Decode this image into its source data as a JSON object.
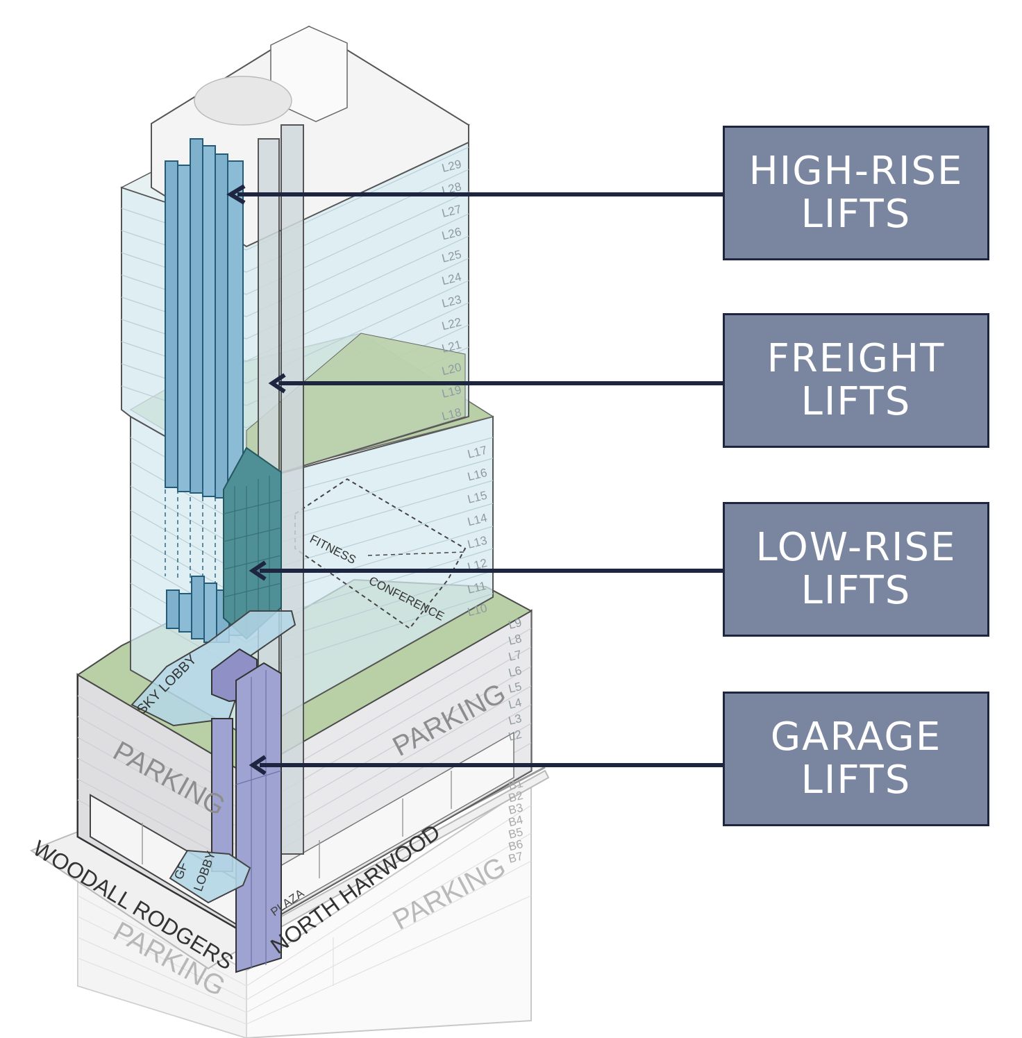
{
  "callouts": [
    {
      "line1": "HIGH-RISE",
      "line2": "LIFTS"
    },
    {
      "line1": "FREIGHT",
      "line2": "LIFTS"
    },
    {
      "line1": "LOW-RISE",
      "line2": "LIFTS"
    },
    {
      "line1": "GARAGE",
      "line2": "LIFTS"
    }
  ],
  "levels_upper": [
    "L29",
    "L28",
    "L27",
    "L26",
    "L25",
    "L24",
    "L23",
    "L22",
    "L21",
    "L20",
    "L19",
    "L18"
  ],
  "levels_mid": [
    "L17",
    "L16",
    "L15",
    "L14",
    "L13",
    "L12",
    "L11",
    "L10"
  ],
  "levels_podium": [
    "L9",
    "L8",
    "L7",
    "L6",
    "L5",
    "L4",
    "L3",
    "L2"
  ],
  "levels_basement": [
    "B1",
    "B2",
    "B3",
    "B4",
    "B5",
    "B6",
    "B7"
  ],
  "labels": {
    "parking_left": "PARKING",
    "parking_right": "PARKING",
    "parking_lower_left": "PARKING",
    "parking_lower_right": "PARKING",
    "sky_lobby": "SKY LOBBY",
    "gf_lobby_1": "GF",
    "gf_lobby_2": "LOBBY",
    "fitness": "FITNESS",
    "conference": "CONFERENCE",
    "plaza": "PLAZA",
    "woodall_rodgers": "WOODALL RODGERS",
    "north_harwood": "NORTH HARWOOD"
  },
  "colors": {
    "callout_fill": "#7a86a0",
    "callout_border": "#1d2540",
    "arrow": "#1d2540",
    "glass": "#d6eaef",
    "high_rise_shaft": "#7fb0cc",
    "low_rise_shaft": "#4f8f96",
    "garage_shaft": "#9fa3d2",
    "green_terrace": "#b9cfa6",
    "podium": "#e4e4e6"
  }
}
